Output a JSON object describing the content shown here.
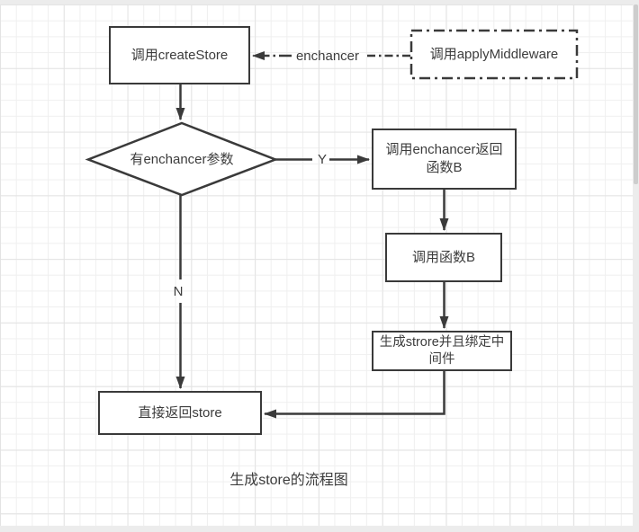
{
  "canvas": {
    "caption": "生成store的流程图"
  },
  "nodes": {
    "create_store": {
      "label": "调用createStore"
    },
    "apply_middleware": {
      "label": "调用applyMiddleware"
    },
    "decision": {
      "label": "有enchancer参数"
    },
    "enchancer_return": {
      "label": "调用enchancer返回函数B"
    },
    "call_b": {
      "label": "调用函数B"
    },
    "gen_store": {
      "label": "生成strore并且绑定中间件"
    },
    "return_store": {
      "label": "直接返回store"
    }
  },
  "edges": {
    "yes_label": "Y",
    "no_label": "N",
    "enchancer_label": "enchancer"
  },
  "colors": {
    "stroke": "#3a3a3a",
    "text": "#3c3c3c",
    "canvas": "#ffffff",
    "chrome": "#ececec",
    "grid_minor": "#efefef",
    "grid_major": "#e3e3e3"
  }
}
